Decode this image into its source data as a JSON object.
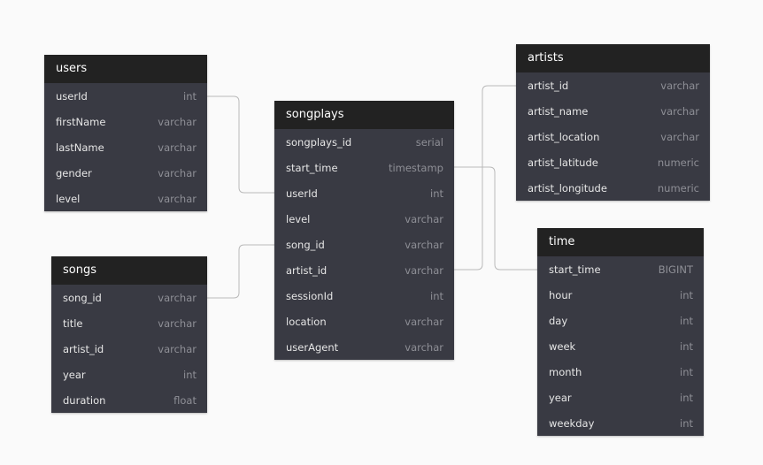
{
  "tables": {
    "users": {
      "title": "users",
      "columns": [
        {
          "name": "userId",
          "type": "int"
        },
        {
          "name": "firstName",
          "type": "varchar"
        },
        {
          "name": "lastName",
          "type": "varchar"
        },
        {
          "name": "gender",
          "type": "varchar"
        },
        {
          "name": "level",
          "type": "varchar"
        }
      ]
    },
    "songs": {
      "title": "songs",
      "columns": [
        {
          "name": "song_id",
          "type": "varchar"
        },
        {
          "name": "title",
          "type": "varchar"
        },
        {
          "name": "artist_id",
          "type": "varchar"
        },
        {
          "name": "year",
          "type": "int"
        },
        {
          "name": "duration",
          "type": "float"
        }
      ]
    },
    "songplays": {
      "title": "songplays",
      "columns": [
        {
          "name": "songplays_id",
          "type": "serial"
        },
        {
          "name": "start_time",
          "type": "timestamp"
        },
        {
          "name": "userId",
          "type": "int"
        },
        {
          "name": "level",
          "type": "varchar"
        },
        {
          "name": "song_id",
          "type": "varchar"
        },
        {
          "name": "artist_id",
          "type": "varchar"
        },
        {
          "name": "sessionId",
          "type": "int"
        },
        {
          "name": "location",
          "type": "varchar"
        },
        {
          "name": "userAgent",
          "type": "varchar"
        }
      ]
    },
    "artists": {
      "title": "artists",
      "columns": [
        {
          "name": "artist_id",
          "type": "varchar"
        },
        {
          "name": "artist_name",
          "type": "varchar"
        },
        {
          "name": "artist_location",
          "type": "varchar"
        },
        {
          "name": "artist_latitude",
          "type": "numeric"
        },
        {
          "name": "artist_longitude",
          "type": "numeric"
        }
      ]
    },
    "time": {
      "title": "time",
      "columns": [
        {
          "name": "start_time",
          "type": "BIGINT"
        },
        {
          "name": "hour",
          "type": "int"
        },
        {
          "name": "day",
          "type": "int"
        },
        {
          "name": "week",
          "type": "int"
        },
        {
          "name": "month",
          "type": "int"
        },
        {
          "name": "year",
          "type": "int"
        },
        {
          "name": "weekday",
          "type": "int"
        }
      ]
    }
  },
  "relationships": [
    {
      "from": "users.userId",
      "to": "songplays.userId"
    },
    {
      "from": "songs.song_id",
      "to": "songplays.song_id"
    },
    {
      "from": "songplays.artist_id",
      "to": "artists.artist_id"
    },
    {
      "from": "songplays.start_time",
      "to": "time.start_time"
    }
  ]
}
